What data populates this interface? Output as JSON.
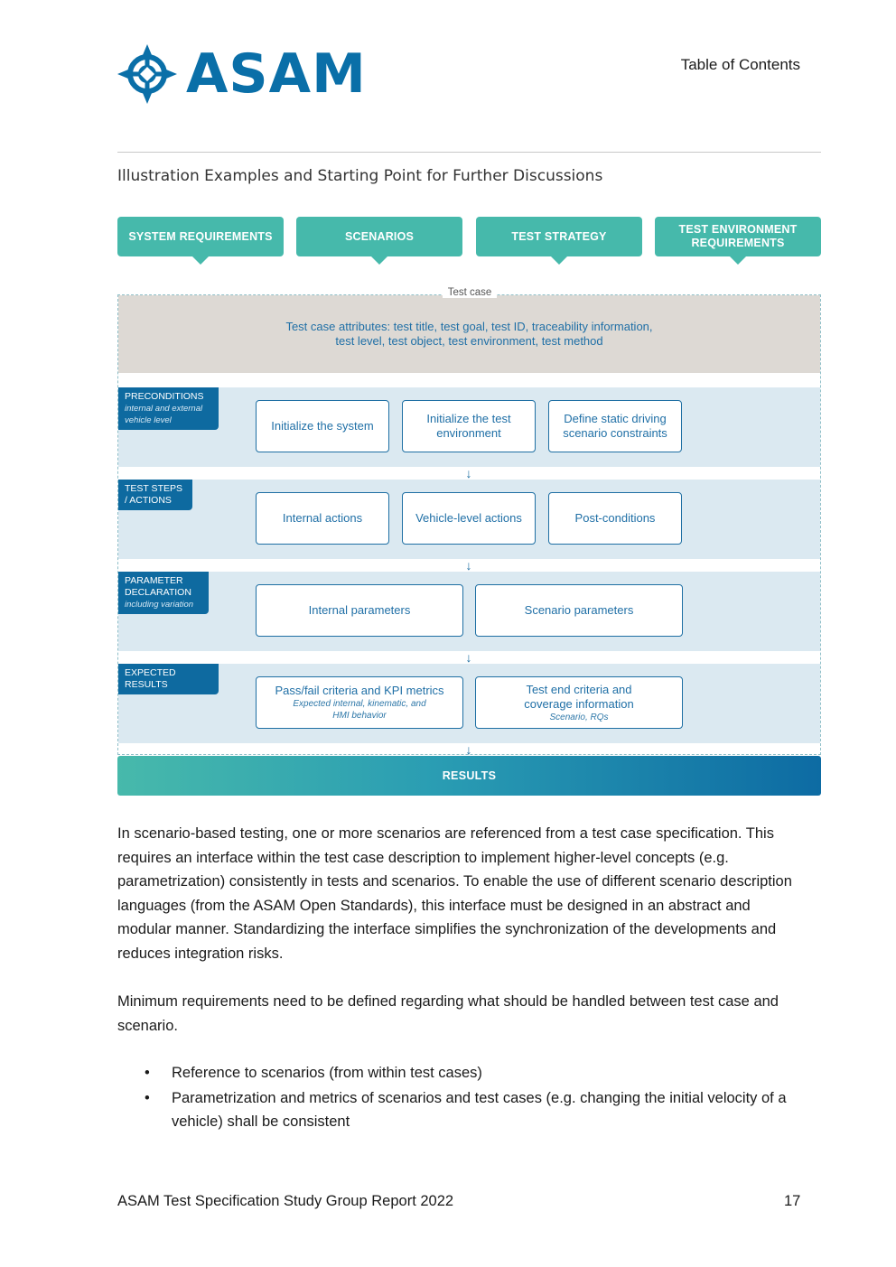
{
  "header": {
    "logo_text": "ASAM",
    "toc_link": "Table of Contents"
  },
  "figure": {
    "title": "Illustration Examples and Starting Point for Further Discussions",
    "top_boxes": [
      "SYSTEM REQUIREMENTS",
      "SCENARIOS",
      "TEST STRATEGY",
      "TEST ENVIRONMENT REQUIREMENTS"
    ],
    "test_case_label": "Test case",
    "attributes_line1": "Test case attributes: test title, test goal, test ID, traceability information,",
    "attributes_line2": "test level, test object, test environment, test method",
    "rows": [
      {
        "tag": "PRECONDITIONS",
        "tag_sub": "internal and external vehicle level",
        "cells": [
          {
            "text": "Initialize the system"
          },
          {
            "text": "Initialize the test environment"
          },
          {
            "text": "Define static driving scenario constraints"
          }
        ]
      },
      {
        "tag": "TEST STEPS / ACTIONS",
        "tag_sub": "",
        "cells": [
          {
            "text": "Internal actions"
          },
          {
            "text": "Vehicle-level actions"
          },
          {
            "text": "Post-conditions"
          }
        ]
      },
      {
        "tag": "PARAMETER DECLARATION",
        "tag_sub": "including variation",
        "cells": [
          {
            "text": "Internal parameters"
          },
          {
            "text": "Scenario parameters"
          }
        ]
      },
      {
        "tag": "EXPECTED RESULTS",
        "tag_sub": "",
        "cells": [
          {
            "text": "Pass/fail criteria and KPI metrics",
            "sub": "Expected internal, kinematic, and HMI behavior"
          },
          {
            "text": "Test end criteria and coverage information",
            "sub": "Scenario, RQs"
          }
        ]
      }
    ],
    "results": "RESULTS"
  },
  "body": {
    "paragraph1": "In scenario-based testing, one or more scenarios are referenced from a test case specification. This requires an interface within the test case description to implement higher-level concepts (e.g. parametrization) consistently in tests and scenarios. To enable the use of different scenario description languages (from the ASAM Open Standards), this interface must be designed in an abstract and modular manner. Standardizing the interface simplifies the synchronization of the developments and reduces integration risks.",
    "paragraph2": "Minimum requirements need to be defined regarding what should be handled between test case and scenario.",
    "bullets": [
      "Reference to scenarios (from within test cases)",
      "Parametrization and metrics of scenarios and test cases (e.g. changing the initial velocity of a vehicle) shall be consistent"
    ]
  },
  "footer": {
    "report_title": "ASAM Test Specification Study Group Report 2022",
    "page_number": "17"
  },
  "colors": {
    "brand_blue": "#0a6fa8",
    "teal": "#46b9ab",
    "band_blue": "#dbe9f1",
    "attr_grey": "#ddd9d4"
  }
}
